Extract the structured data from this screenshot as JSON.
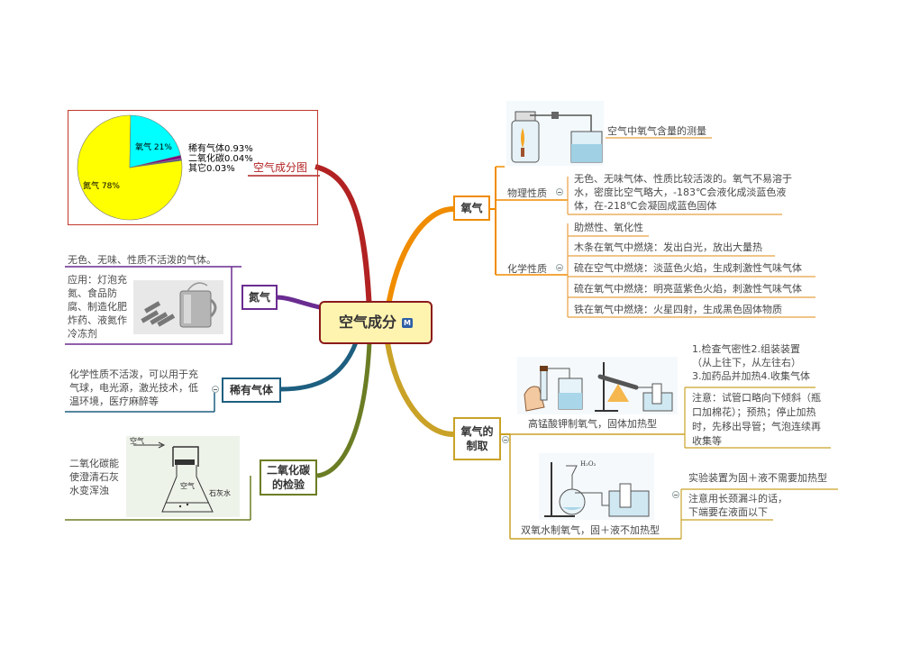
{
  "center": {
    "title": "空气成分",
    "badge": "M"
  },
  "pie": {
    "label": "空气成分图",
    "slices": [
      {
        "name": "氮气 78%",
        "value": 78,
        "color": "#ffff00"
      },
      {
        "name": "氧气 21%",
        "value": 21,
        "color": "#00ffff"
      },
      {
        "name": "稀有气体0.93%",
        "value": 0.93,
        "color": "#800080"
      },
      {
        "name": "二氧化碳0.04%",
        "value": 0.04,
        "color": "#ff00ff"
      },
      {
        "name": "其它0.03%",
        "value": 0.03,
        "color": "#003366"
      }
    ],
    "legend": [
      "稀有气体0.93%",
      "二氧化碳0.04%",
      "其它0.03%"
    ]
  },
  "n2": {
    "title": "氮气",
    "desc": "无色、无味、性质不活泼的气体。",
    "app": "应用：灯泡充\n氮、食品防\n腐、制造化肥\n炸药、液氮作\n冷冻剂"
  },
  "rare": {
    "title": "稀有气体",
    "desc": "化学性质不活泼，可以用于充\n气球，电光源，激光技术，低\n温环境，医疗麻醉等"
  },
  "co2": {
    "title": "二氧化碳\n的检验",
    "desc": "二氧化碳能\n使澄清石灰\n水变浑浊",
    "img_air": "空气",
    "img_air2": "空气",
    "img_lime": "石灰水"
  },
  "o2": {
    "title": "氧气",
    "measure": "空气中氧气含量的测量",
    "phys_label": "物理性质",
    "phys": "无色、无味气体、性质比较活泼的。氧气不易溶于\n水，密度比空气略大，-183℃会液化成淡蓝色液\n体，在-218℃会凝固成蓝色固体",
    "chem_label": "化学性质",
    "chem": [
      "助燃性、氧化性",
      "木条在氧气中燃烧：发出白光，放出大量热",
      "硫在空气中燃烧：淡蓝色火焰，生成刺激性气味气体",
      "硫在氧气中燃烧：明亮蓝紫色火焰，刺激性气味气体",
      "铁在氧气中燃烧：火星四射，生成黑色固体物质"
    ]
  },
  "prep": {
    "title": "氧气的\n制取",
    "kmno4": "高锰酸钾制氧气，固体加热型",
    "steps": "1.检查气密性2.组装装置\n（从上往下，从左往右）\n3.加药品并加热4.收集气体",
    "notes": "注意：试管口略向下倾斜（瓶\n口加棉花）；预热；停止加热\n时，先移出导管；气泡连续再\n收集等",
    "h2o2": "双氧水制氧气，固＋液不加热型",
    "h2o2_type": "实验装置为固＋液不需要加热型",
    "h2o2_note": "注意用长颈漏斗的话，\n下端要在液面以下",
    "h2o2_img": "H₂O₂"
  },
  "colors": {
    "red": "#b22222",
    "purple": "#6a2c91",
    "teal": "#1e5f80",
    "olive": "#6b7d24",
    "orange": "#f08c00",
    "gold": "#c9a227",
    "center_fill": "#fff3b0",
    "center_border": "#8b1a1a"
  }
}
